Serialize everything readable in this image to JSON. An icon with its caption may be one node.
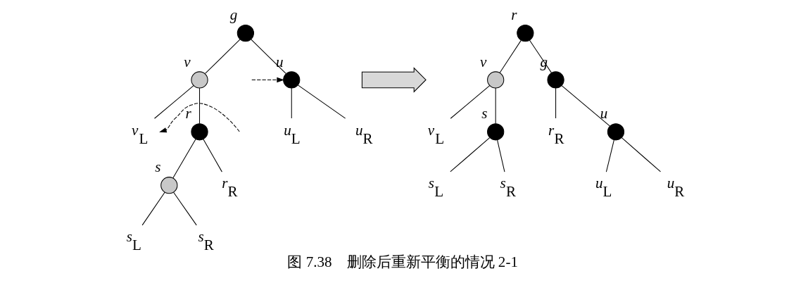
{
  "diagram": {
    "caption": "图 7.38　删除后重新平衡的情况 2-1",
    "nodes": [
      {
        "text": [],
        "shape": "circle",
        "beside": [
          "g"
        ]
      },
      {
        "text": [],
        "shape": "circle",
        "beside": [
          "v"
        ]
      },
      {
        "text": [],
        "shape": "circle",
        "beside": [
          "u"
        ]
      },
      {
        "text": [
          "v$_{L}$"
        ]
      },
      {
        "text": [],
        "shape": "circle",
        "beside": [
          "r"
        ]
      },
      {
        "text": [
          "u$_{L}$"
        ]
      },
      {
        "text": [
          "u$_{R}$"
        ]
      },
      {
        "text": [],
        "shape": "circle",
        "beside": [
          "s"
        ]
      },
      {
        "text": [
          "r$_{R}$"
        ]
      },
      {
        "text": [
          "s$_{L}$"
        ]
      },
      {
        "text": [
          "s$_{R}$"
        ]
      },
      {
        "text": [],
        "shape": "arrow"
      },
      {
        "text": [],
        "shape": "circle",
        "beside": [
          "r"
        ]
      },
      {
        "text": [],
        "shape": "circle",
        "beside": [
          "v"
        ]
      },
      {
        "text": [],
        "shape": "circle",
        "beside": [
          "g"
        ]
      },
      {
        "text": [
          "v$_{L}$"
        ]
      },
      {
        "text": [],
        "shape": "circle",
        "beside": [
          "s"
        ]
      },
      {
        "text": [
          "r$_{R}$"
        ]
      },
      {
        "text": [],
        "shape": "circle",
        "beside": [
          "u"
        ]
      },
      {
        "text": [
          "s$_{L}$"
        ]
      },
      {
        "text": [
          "s$_{R}$"
        ]
      },
      {
        "text": [
          "u$_{L}$"
        ]
      },
      {
        "text": [
          "u$_{R}$"
        ]
      }
    ],
    "edges": [
      {
        "from": 0,
        "to": 1,
        "arrow": "none"
      },
      {
        "from": 0,
        "to": 2,
        "arrow": "none"
      },
      {
        "from": 1,
        "to": 3,
        "arrow": "none"
      },
      {
        "from": 1,
        "to": 4,
        "arrow": "none"
      },
      {
        "from": 2,
        "to": 5,
        "arrow": "none"
      },
      {
        "from": 2,
        "to": 6,
        "arrow": "none"
      },
      {
        "from": 4,
        "to": 7,
        "arrow": "none"
      },
      {
        "from": 4,
        "to": 8,
        "arrow": "none"
      },
      {
        "from": 7,
        "to": 9,
        "arrow": "none"
      },
      {
        "from": 7,
        "to": 10,
        "arrow": "none"
      },
      {
        "from": null,
        "to": 2,
        "arrow": "to",
        "style": "dashed"
      },
      {
        "from": null,
        "to": 3,
        "arrow": "to",
        "style": "dashed"
      },
      {
        "from": 12,
        "to": 13,
        "arrow": "none"
      },
      {
        "from": 12,
        "to": 14,
        "arrow": "none"
      },
      {
        "from": 13,
        "to": 15,
        "arrow": "none"
      },
      {
        "from": 13,
        "to": 16,
        "arrow": "none"
      },
      {
        "from": 14,
        "to": 17,
        "arrow": "none"
      },
      {
        "from": 14,
        "to": 18,
        "arrow": "none"
      },
      {
        "from": 16,
        "to": 19,
        "arrow": "none"
      },
      {
        "from": 16,
        "to": 20,
        "arrow": "none"
      },
      {
        "from": 18,
        "to": 21,
        "arrow": "none"
      },
      {
        "from": 18,
        "to": 22,
        "arrow": "none"
      }
    ]
  }
}
